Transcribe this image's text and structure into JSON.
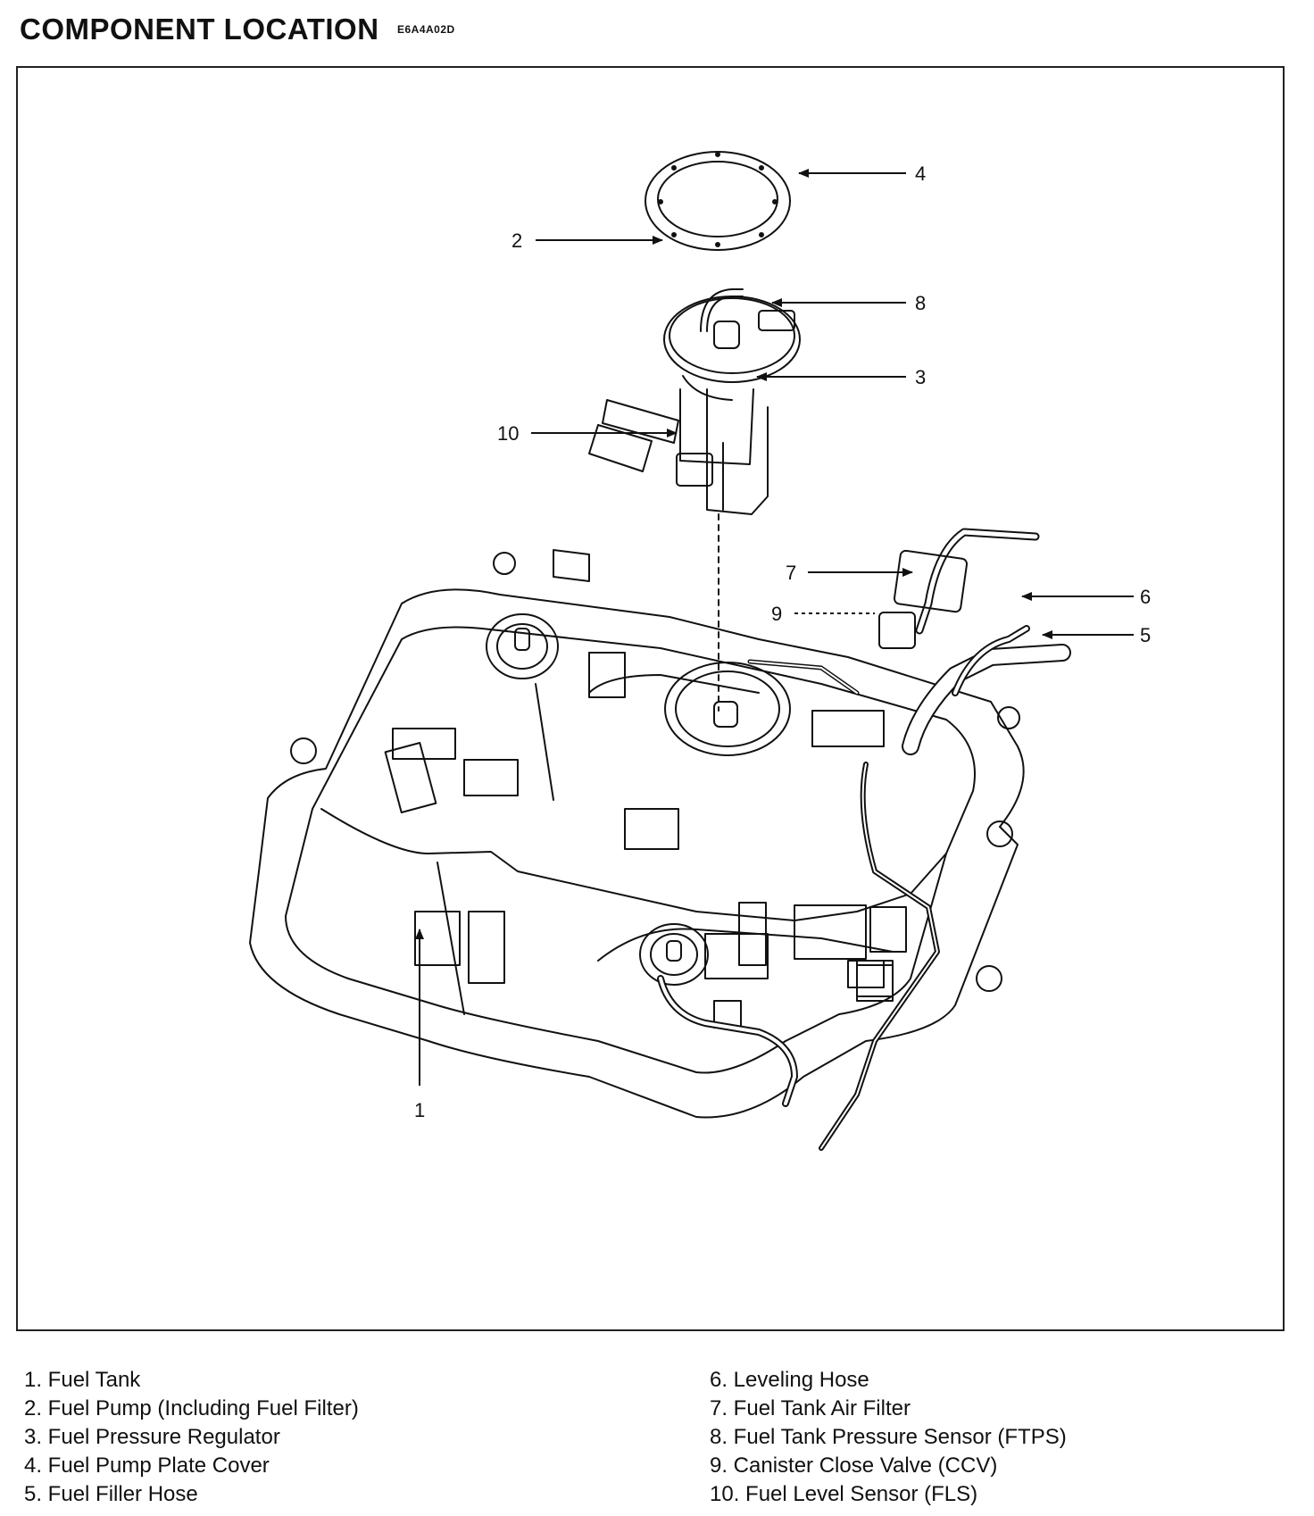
{
  "header": {
    "title": "COMPONENT LOCATION",
    "code": "E6A4A02D"
  },
  "callouts": {
    "c1": "1",
    "c2": "2",
    "c3": "3",
    "c4": "4",
    "c5": "5",
    "c6": "6",
    "c7": "7",
    "c8": "8",
    "c9": "9",
    "c10": "10"
  },
  "legend": {
    "left": [
      "1. Fuel Tank",
      "2. Fuel Pump (Including Fuel Filter)",
      "3. Fuel Pressure Regulator",
      "4. Fuel Pump Plate Cover",
      "5. Fuel Filler Hose"
    ],
    "right": [
      "6. Leveling Hose",
      "7. Fuel Tank Air Filter",
      "8. Fuel Tank Pressure Sensor (FTPS)",
      "9. Canister Close Valve (CCV)",
      "10. Fuel Level Sensor (FLS)"
    ]
  }
}
